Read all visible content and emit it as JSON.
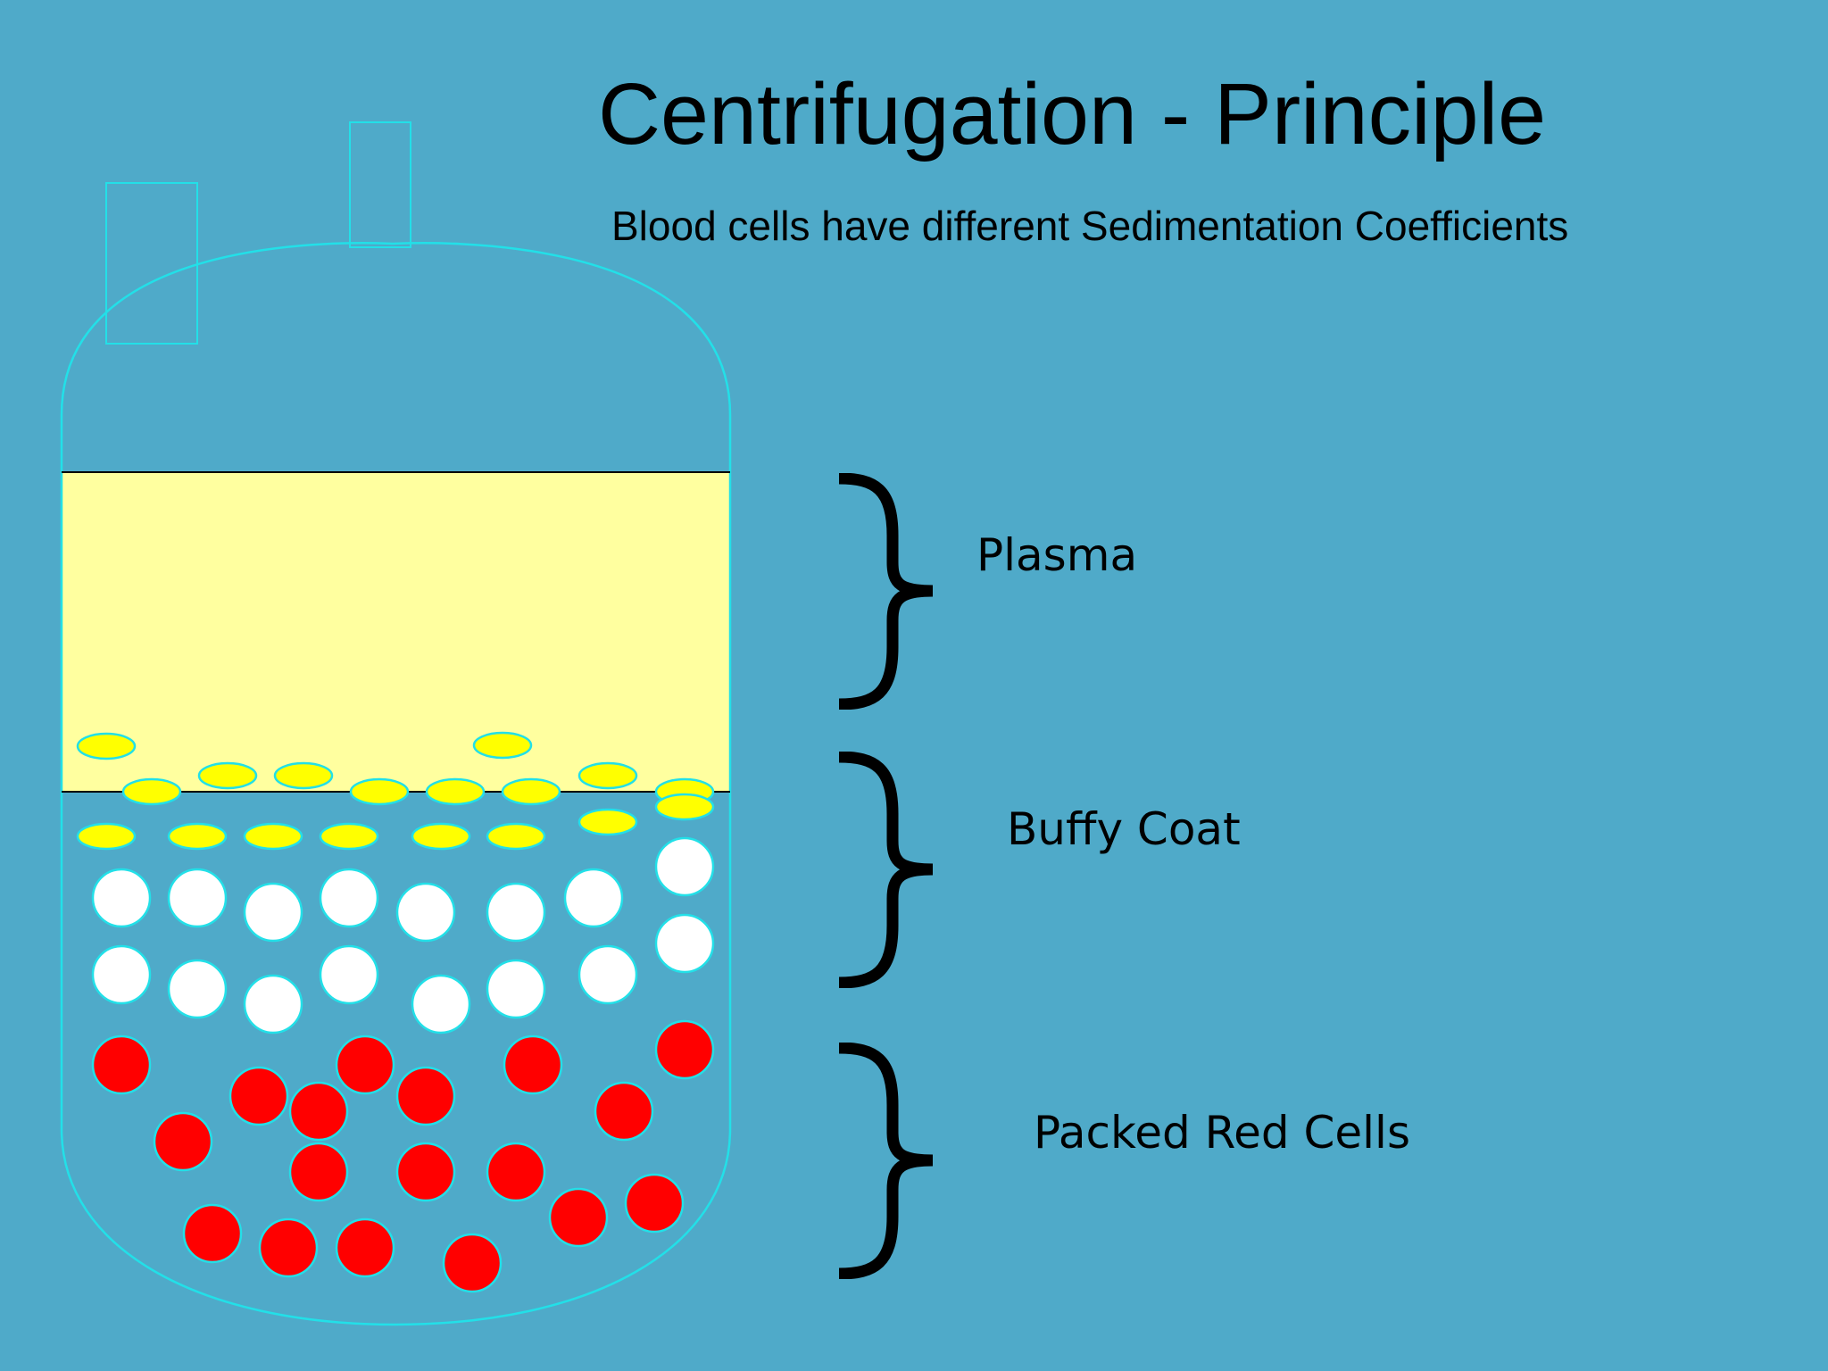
{
  "title": "Centrifugation - Principle",
  "subtitle": "Blood cells have different Sedimentation Coefficients",
  "layers": [
    {
      "name": "plasma",
      "label": "Plasma"
    },
    {
      "name": "buffy-coat",
      "label": "Buffy Coat"
    },
    {
      "name": "packed-red-cells",
      "label": "Packed Red Cells"
    }
  ],
  "colors": {
    "background": "#4faac9",
    "outline": "#22e0e8",
    "plasma": "#ffff9f",
    "platelet": "#ffff00",
    "white_cell": "#ffffff",
    "red_cell": "#ff0000"
  }
}
